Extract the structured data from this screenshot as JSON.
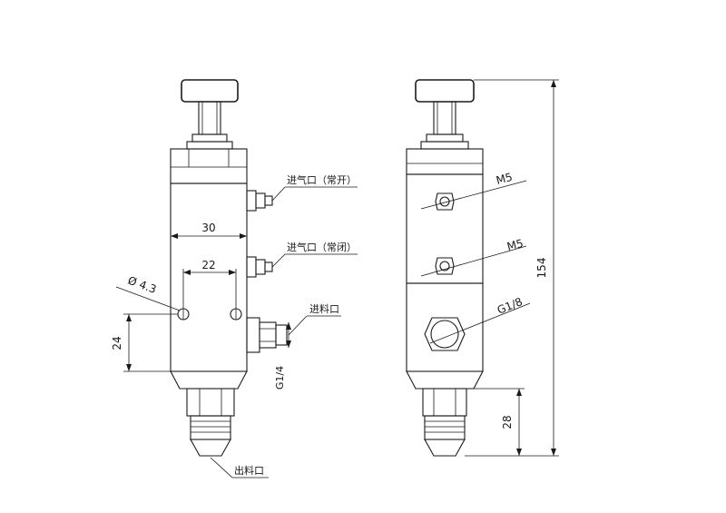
{
  "front_view": {
    "labels": {
      "inlet_normally_open": "进气口（常开）",
      "inlet_normally_closed": "进气口（常闭）",
      "feed_inlet": "进料口",
      "outlet": "出料口"
    },
    "dimensions": {
      "body_width": "30",
      "hole_spacing": "22",
      "hole_diameter": "Ø 4.3",
      "hole_height": "24",
      "thread": "G1/4"
    }
  },
  "side_view": {
    "labels": {
      "port_upper": "M5",
      "port_lower": "M5",
      "port_main": "G1/8"
    },
    "dimensions": {
      "total_height": "154",
      "nozzle_height": "28"
    }
  }
}
